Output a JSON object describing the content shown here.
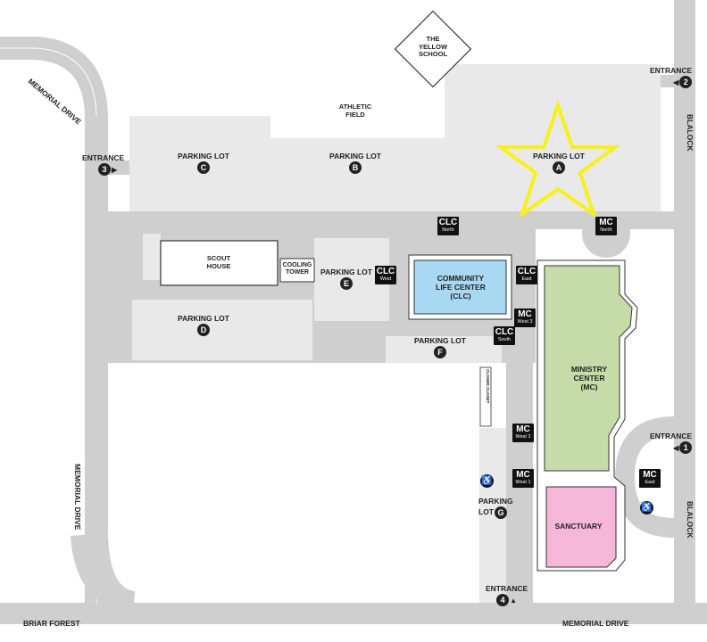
{
  "roads": {
    "memorial_drive_top": "MEMORIAL DRIVE",
    "memorial_drive_left": "MEMORIAL DRIVE",
    "memorial_drive_bottom": "MEMORIAL DRIVE",
    "blalock_top": "BLALOCK",
    "blalock_bottom": "BLALOCK",
    "briar_forest": "BRIAR FOREST"
  },
  "buildings": {
    "yellow_school": "THE\nYELLOW\nSCHOOL",
    "athletic_field": "ATHLETIC\nFIELD",
    "scout_house": "SCOUT\nHOUSE",
    "cooling_tower": "COOLING\nTOWER",
    "clc": "COMMUNITY\nLIFE CENTER\n(CLC)",
    "mc": "MINISTRY\nCENTER\n(MC)",
    "sanctuary": "SANCTUARY",
    "closed_closet": "CLOSED CLOSET"
  },
  "parking": {
    "a": {
      "label": "PARKING LOT",
      "letter": "A"
    },
    "b": {
      "label": "PARKING LOT",
      "letter": "B"
    },
    "c": {
      "label": "PARKING LOT",
      "letter": "C"
    },
    "d": {
      "label": "PARKING LOT",
      "letter": "D"
    },
    "e": {
      "label": "PARKING LOT",
      "letter": "E"
    },
    "f": {
      "label": "PARKING LOT",
      "letter": "F"
    },
    "g": {
      "label_1": "PARKING",
      "label_2": "LOT",
      "letter": "G"
    }
  },
  "entrances": {
    "e1": {
      "label": "ENTRANCE",
      "number": "1"
    },
    "e2": {
      "label": "ENTRANCE",
      "number": "2"
    },
    "e3": {
      "label": "ENTRANCE",
      "number": "3"
    },
    "e4": {
      "label": "ENTRANCE",
      "number": "4"
    }
  },
  "doors": {
    "clc_north": {
      "code": "CLC",
      "sub": "North"
    },
    "clc_west": {
      "code": "CLC",
      "sub": "West"
    },
    "clc_east": {
      "code": "CLC",
      "sub": "East"
    },
    "clc_south": {
      "code": "CLC",
      "sub": "South"
    },
    "mc_north": {
      "code": "MC",
      "sub": "North"
    },
    "mc_west3": {
      "code": "MC",
      "sub": "West 3"
    },
    "mc_west2": {
      "code": "MC",
      "sub": "West 2"
    },
    "mc_west1": {
      "code": "MC",
      "sub": "West 1"
    },
    "mc_east": {
      "code": "MC",
      "sub": "East"
    }
  },
  "icons": {
    "accessible": "♿",
    "highlight_star": "star-icon"
  },
  "colors": {
    "road": "#cfcfcf",
    "lot": "#e9e9e9",
    "clc": "#a9d8f2",
    "mc": "#c6dca8",
    "sanctuary": "#f5b8d8",
    "star": "#f7f01a"
  }
}
